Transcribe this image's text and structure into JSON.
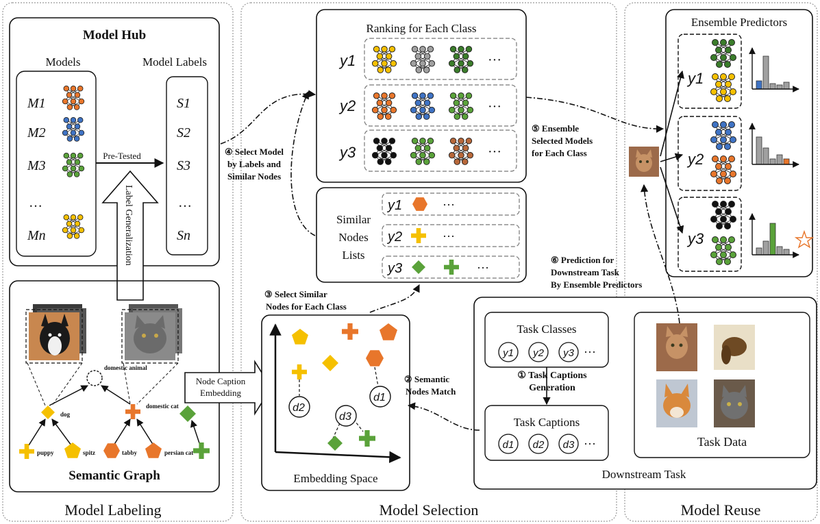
{
  "sections": {
    "labeling": "Model Labeling",
    "selection": "Model Selection",
    "reuse": "Model Reuse"
  },
  "model_hub": {
    "title": "Model Hub",
    "models_label": "Models",
    "labels_label": "Model Labels",
    "models": [
      "M1",
      "M2",
      "M3",
      "…",
      "Mn"
    ],
    "labels": [
      "S1",
      "S2",
      "S3",
      "…",
      "Sn"
    ],
    "pretested": "Pre-Tested",
    "label_generalization": "Label Generalization"
  },
  "semantic_graph": {
    "title": "Semantic Graph",
    "nodes": [
      "domestic animal",
      "dog",
      "domestic cat",
      "puppy",
      "spitz",
      "tabby",
      "persian cat"
    ]
  },
  "node_caption": "Node Caption Embedding",
  "ranking": {
    "title": "Ranking for Each Class",
    "rows": [
      "y1",
      "y2",
      "y3"
    ],
    "ellipsis": "···"
  },
  "similar_nodes": {
    "title": [
      "Similar",
      "Nodes",
      "Lists"
    ],
    "rows": [
      "y1",
      "y2",
      "y3"
    ],
    "ellipsis": "···"
  },
  "embedding": {
    "title": "Embedding Space",
    "points": [
      "d2",
      "d1",
      "d3"
    ]
  },
  "steps": {
    "s1": [
      "① Task Captions",
      "Generation"
    ],
    "s2": [
      "② Semantic",
      "Nodes Match"
    ],
    "s3": [
      "③ Select Similar",
      "Nodes for Each Class"
    ],
    "s4": [
      "④ Select Model",
      "by Labels and",
      "Similar Nodes"
    ],
    "s5": [
      "⑤ Ensemble",
      "Selected Models",
      "for Each Class"
    ],
    "s6": [
      "⑥ Prediction for",
      "Downstream Task",
      "By Ensemble Predictors"
    ]
  },
  "downstream": {
    "title": "Downstream Task",
    "task_classes": "Task Classes",
    "classes": [
      "y1",
      "y2",
      "y3"
    ],
    "task_captions": "Task Captions",
    "captions": [
      "d1",
      "d2",
      "d3"
    ],
    "task_data": "Task Data",
    "ellipsis": "···"
  },
  "ensemble": {
    "title": "Ensemble Predictors",
    "rows": [
      "y1",
      "y2",
      "y3"
    ]
  },
  "colors": {
    "orange": "#e8762b",
    "yellow": "#f5c000",
    "blue": "#3f73c4",
    "green": "#5aa23a",
    "dark_green": "#3b7d2b",
    "gray": "#a0a0a0",
    "brown": "#b8683a",
    "black": "#111111"
  }
}
